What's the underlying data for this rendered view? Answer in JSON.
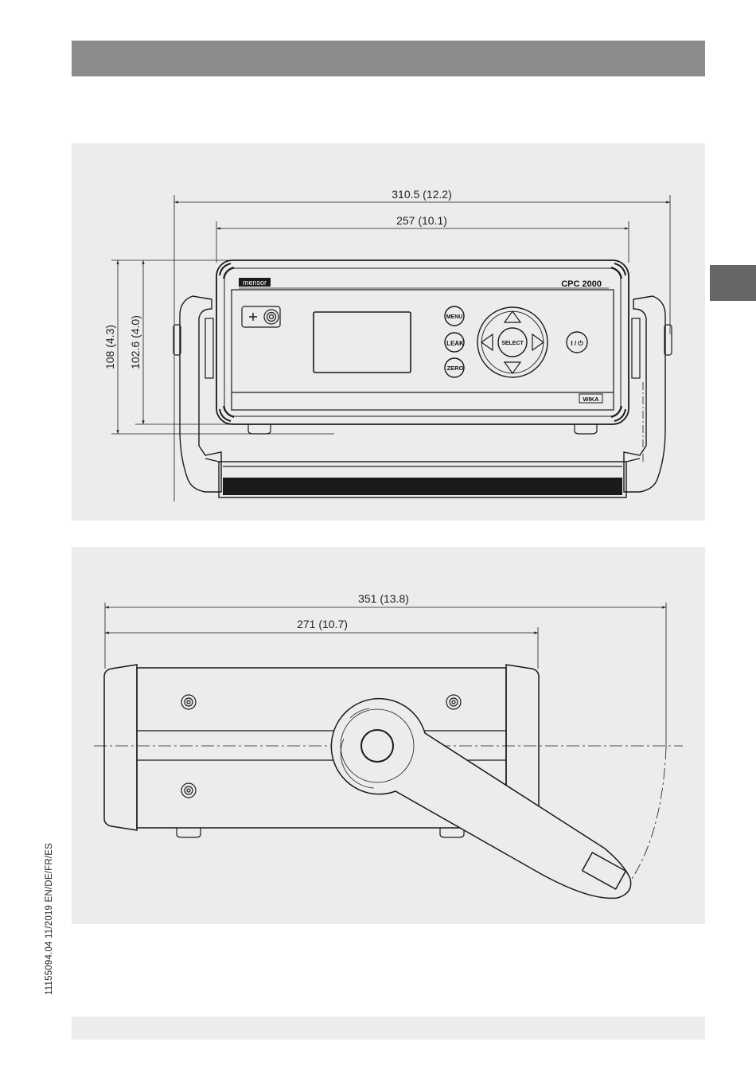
{
  "document": {
    "doc_number": "11155094.04 11/2019 EN/DE/FR/ES"
  },
  "front_view": {
    "dim_overall_width": "310.5 (12.2)",
    "dim_case_width": "257 (10.1)",
    "dim_overall_height": "108 (4.3)",
    "dim_case_height": "102.6 (4.0)",
    "brand_logo": "mensor",
    "model_label": "CPC 2000",
    "manufacturer_logo": "WIKA",
    "buttons": {
      "menu": "MENU",
      "leak": "LEAK",
      "zero": "ZERO",
      "select": "SELECT",
      "power": "I / ⏻"
    },
    "icons": [
      "pressure-port-icon",
      "arrow-up-icon",
      "arrow-down-icon",
      "arrow-left-icon",
      "arrow-right-icon"
    ]
  },
  "side_view": {
    "dim_overall_length": "351 (13.8)",
    "dim_case_length": "271 (10.7)"
  },
  "colors": {
    "header_bar": "#8c8c8c",
    "side_tab": "#666666",
    "panel_bg": "#ececec",
    "line": "#1a1a1a"
  }
}
